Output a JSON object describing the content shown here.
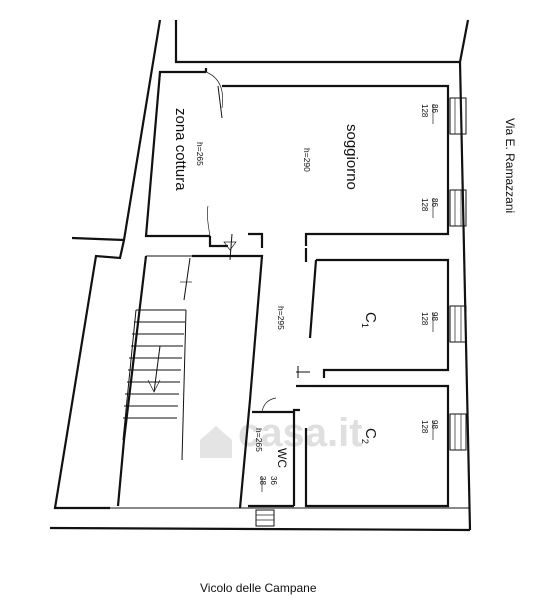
{
  "streets": {
    "right": "Via E. Ramazzani",
    "bottom": "Vicolo delle Campane"
  },
  "rooms": {
    "soggiorno": {
      "label": "soggiorno",
      "height": "h=290"
    },
    "cucina": {
      "label": "zona cottura",
      "height": "h=265"
    },
    "corridor": {
      "height": "h=295"
    },
    "c1": {
      "label": "C",
      "sub": "1"
    },
    "c2": {
      "label": "C",
      "sub": "2"
    },
    "wc": {
      "label": "WC",
      "height": "h=265"
    }
  },
  "windows": {
    "soggiorno_top": {
      "w": "86",
      "h": "128"
    },
    "soggiorno_bottom": {
      "w": "86",
      "h": "128"
    },
    "c1": {
      "w": "98",
      "h": "128"
    },
    "c2": {
      "w": "98",
      "h": "128"
    },
    "wc": {
      "w": "38",
      "h": "36"
    }
  },
  "watermark": "casa.it"
}
